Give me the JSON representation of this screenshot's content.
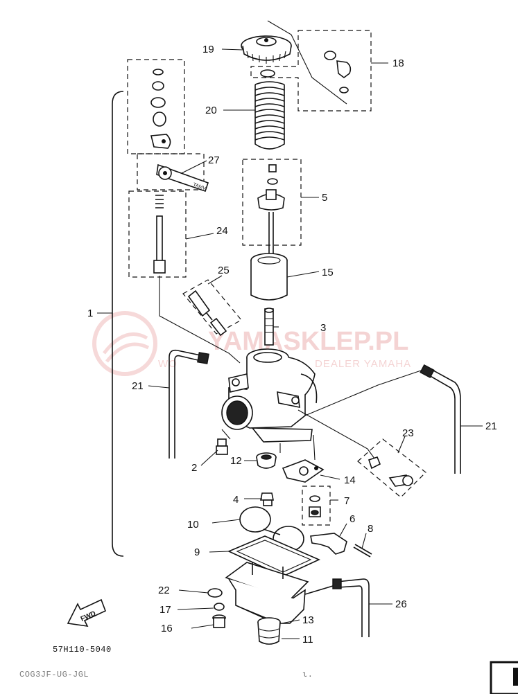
{
  "watermark": {
    "brand": "YAMASKLEP.PL",
    "tagline": "DEALER YAMAHA",
    "tagline_prefix": "WO"
  },
  "labels": {
    "p1": "1",
    "p2": "2",
    "p3": "3",
    "p4": "4",
    "p5": "5",
    "p6": "6",
    "p7": "7",
    "p8": "8",
    "p9": "9",
    "p10": "10",
    "p11": "11",
    "p12": "12",
    "p13": "13",
    "p14": "14",
    "p15": "15",
    "p16": "16",
    "p17": "17",
    "p18": "18",
    "p19": "19",
    "p20": "20",
    "p21a": "21",
    "p21b": "21",
    "p22": "22",
    "p23": "23",
    "p24": "24",
    "p25": "25",
    "p26": "26",
    "p27": "27"
  },
  "fwd_label": "FWD",
  "diagram_code": "57H110-5040",
  "footer_code": "COG3JF-UG-JGL"
}
